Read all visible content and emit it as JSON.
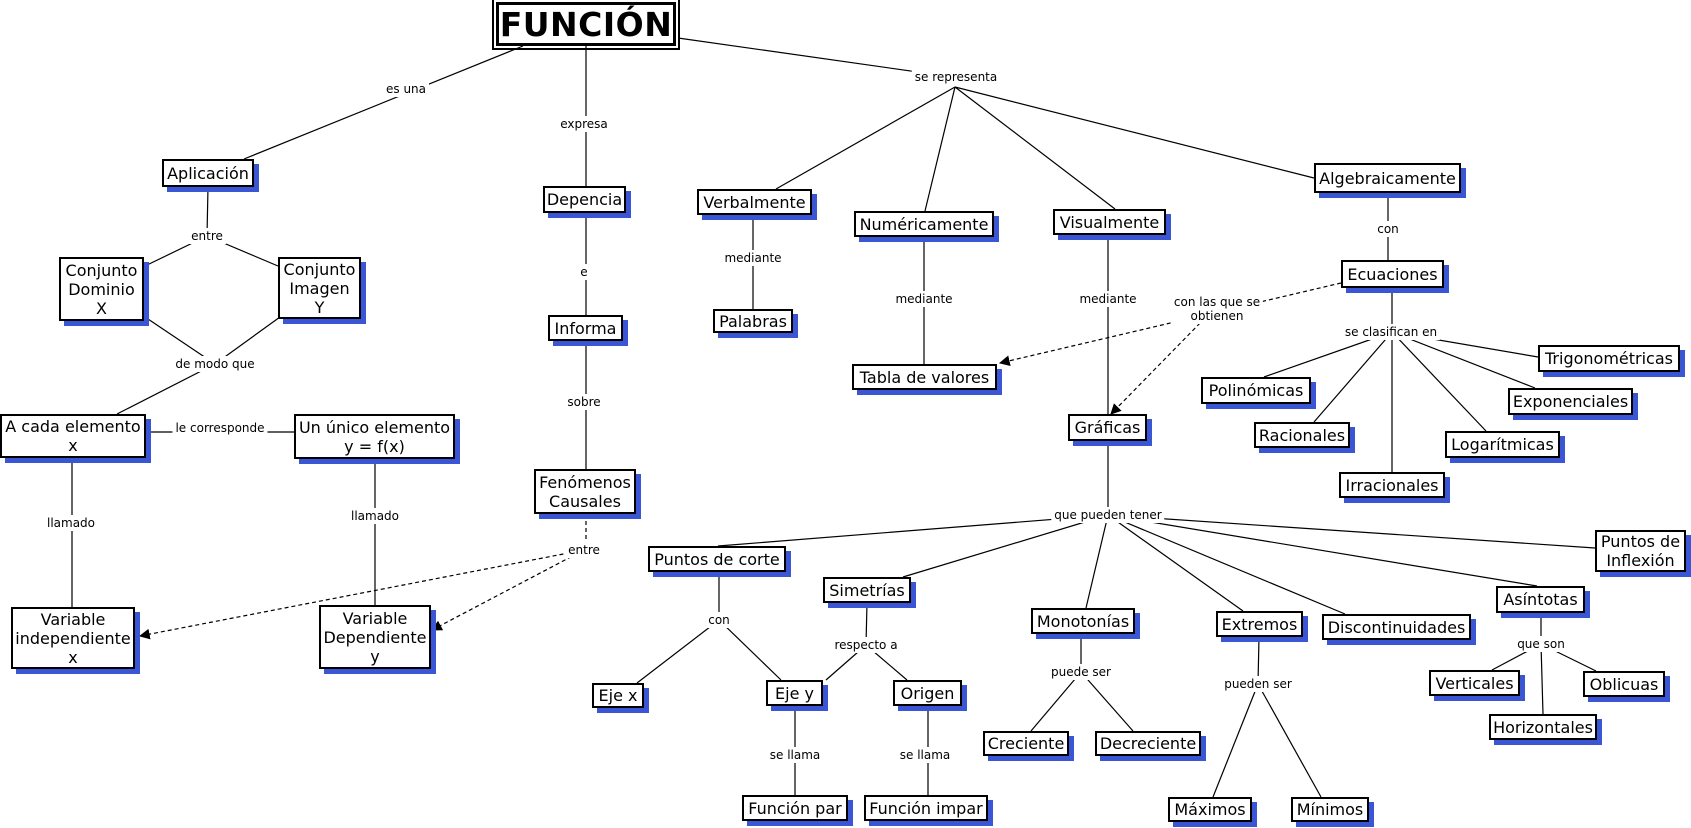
{
  "root": {
    "title": "FUNCIÓN"
  },
  "nodes": {
    "aplicacion": "Aplicación",
    "conjunto_dominio": "Conjunto\nDominio\nX",
    "conjunto_imagen": "Conjunto\nImagen\nY",
    "a_cada_elemento": "A cada elemento\nx",
    "unico_elemento": "Un único elemento\ny = f(x)",
    "variable_independiente": "Variable\nindependiente\nx",
    "variable_dependiente": "Variable\nDependiente\ny",
    "depencia": "Depencia",
    "informa": "Informa",
    "fenomenos_causales": "Fenómenos\nCausales",
    "verbalmente": "Verbalmente",
    "palabras": "Palabras",
    "numericamente": "Numéricamente",
    "tabla_de_valores": "Tabla de valores",
    "visualmente": "Visualmente",
    "graficas": "Gráficas",
    "algebraicamente": "Algebraicamente",
    "ecuaciones": "Ecuaciones",
    "polinomicas": "Polinómicas",
    "racionales": "Racionales",
    "irracionales": "Irracionales",
    "logaritmicas": "Logarítmicas",
    "exponenciales": "Exponenciales",
    "trigonometricas": "Trigonométricas",
    "puntos_de_corte": "Puntos de corte",
    "eje_x": "Eje x",
    "eje_y": "Eje y",
    "origen": "Origen",
    "funcion_par": "Función par",
    "funcion_impar": "Función impar",
    "simetrias": "Simetrías",
    "monotonias": "Monotonías",
    "creciente": "Creciente",
    "decreciente": "Decreciente",
    "extremos": "Extremos",
    "maximos": "Máximos",
    "minimos": "Mínimos",
    "discontinuidades": "Discontinuidades",
    "asintotas": "Asíntotas",
    "verticales": "Verticales",
    "horizontales": "Horizontales",
    "oblicuas": "Oblicuas",
    "puntos_de_inflexion": "Puntos de\nInflexión"
  },
  "links": {
    "es_una": "es una",
    "expresa": "expresa",
    "se_representa": "se representa",
    "entre_1": "entre",
    "de_modo_que": "de modo que",
    "le_corresponde": "le corresponde",
    "llamado_1": "llamado",
    "llamado_2": "llamado",
    "e": "e",
    "sobre": "sobre",
    "entre_2": "entre",
    "mediante_1": "mediante",
    "mediante_2": "mediante",
    "mediante_3": "mediante",
    "con_1": "con",
    "con_las_que_se_obtienen": "con las que se\nobtienen",
    "se_clasifican_en": "se clasifican en",
    "que_pueden_tener": "que pueden tener",
    "con_2": "con",
    "respecto_a": "respecto a",
    "se_llama_1": "se llama",
    "se_llama_2": "se llama",
    "puede_ser": "puede ser",
    "pueden_ser": "pueden ser",
    "que_son": "que son"
  },
  "colors": {
    "node_border": "#000000",
    "node_shadow": "#3a56d4",
    "line": "#000000"
  }
}
